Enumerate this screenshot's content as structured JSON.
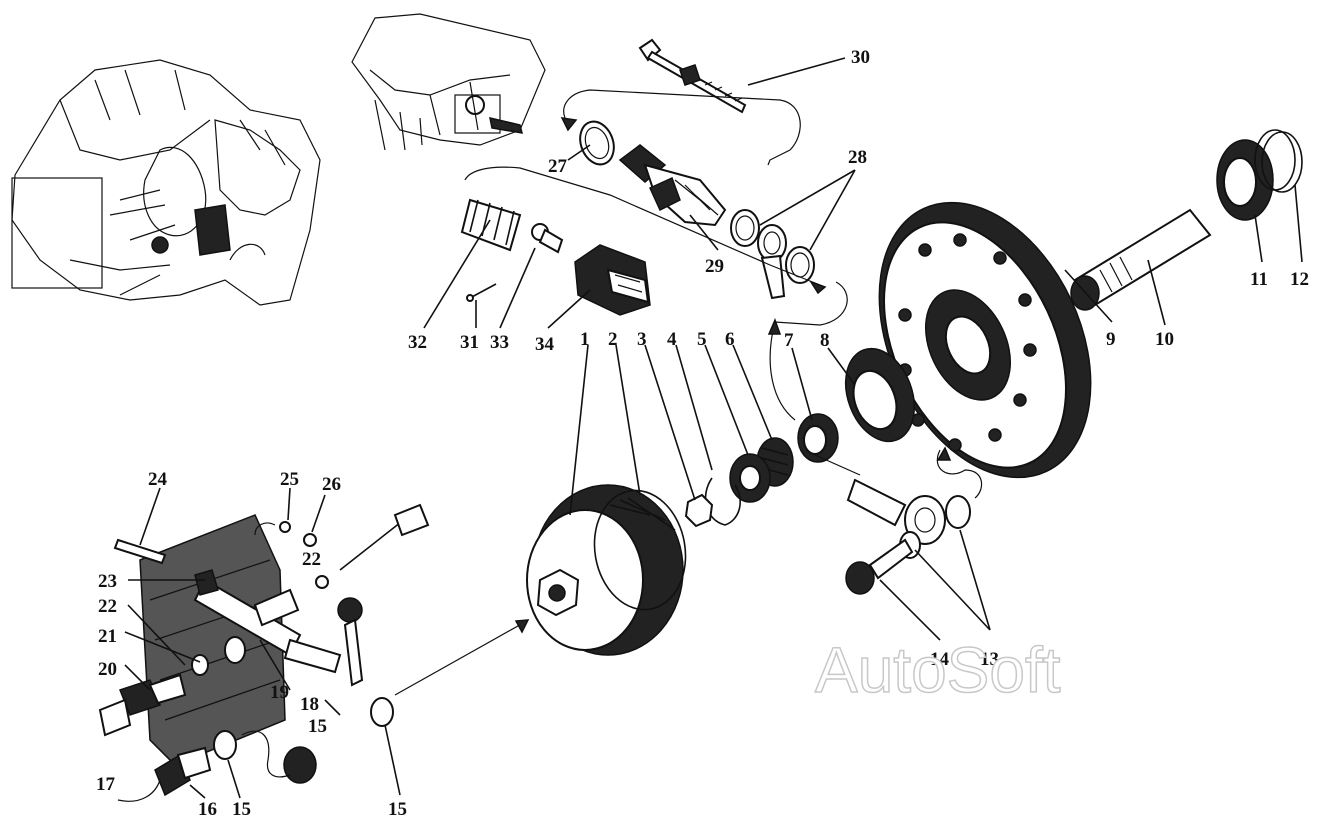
{
  "watermark": "AutoSoft",
  "labels": [
    "1",
    "2",
    "3",
    "4",
    "5",
    "6",
    "7",
    "8",
    "9",
    "10",
    "11",
    "12",
    "13",
    "14",
    "15",
    "15",
    "15",
    "16",
    "17",
    "18",
    "19",
    "20",
    "21",
    "22",
    "22",
    "23",
    "24",
    "25",
    "26",
    "27",
    "28",
    "29",
    "30",
    "31",
    "32",
    "33",
    "34"
  ]
}
